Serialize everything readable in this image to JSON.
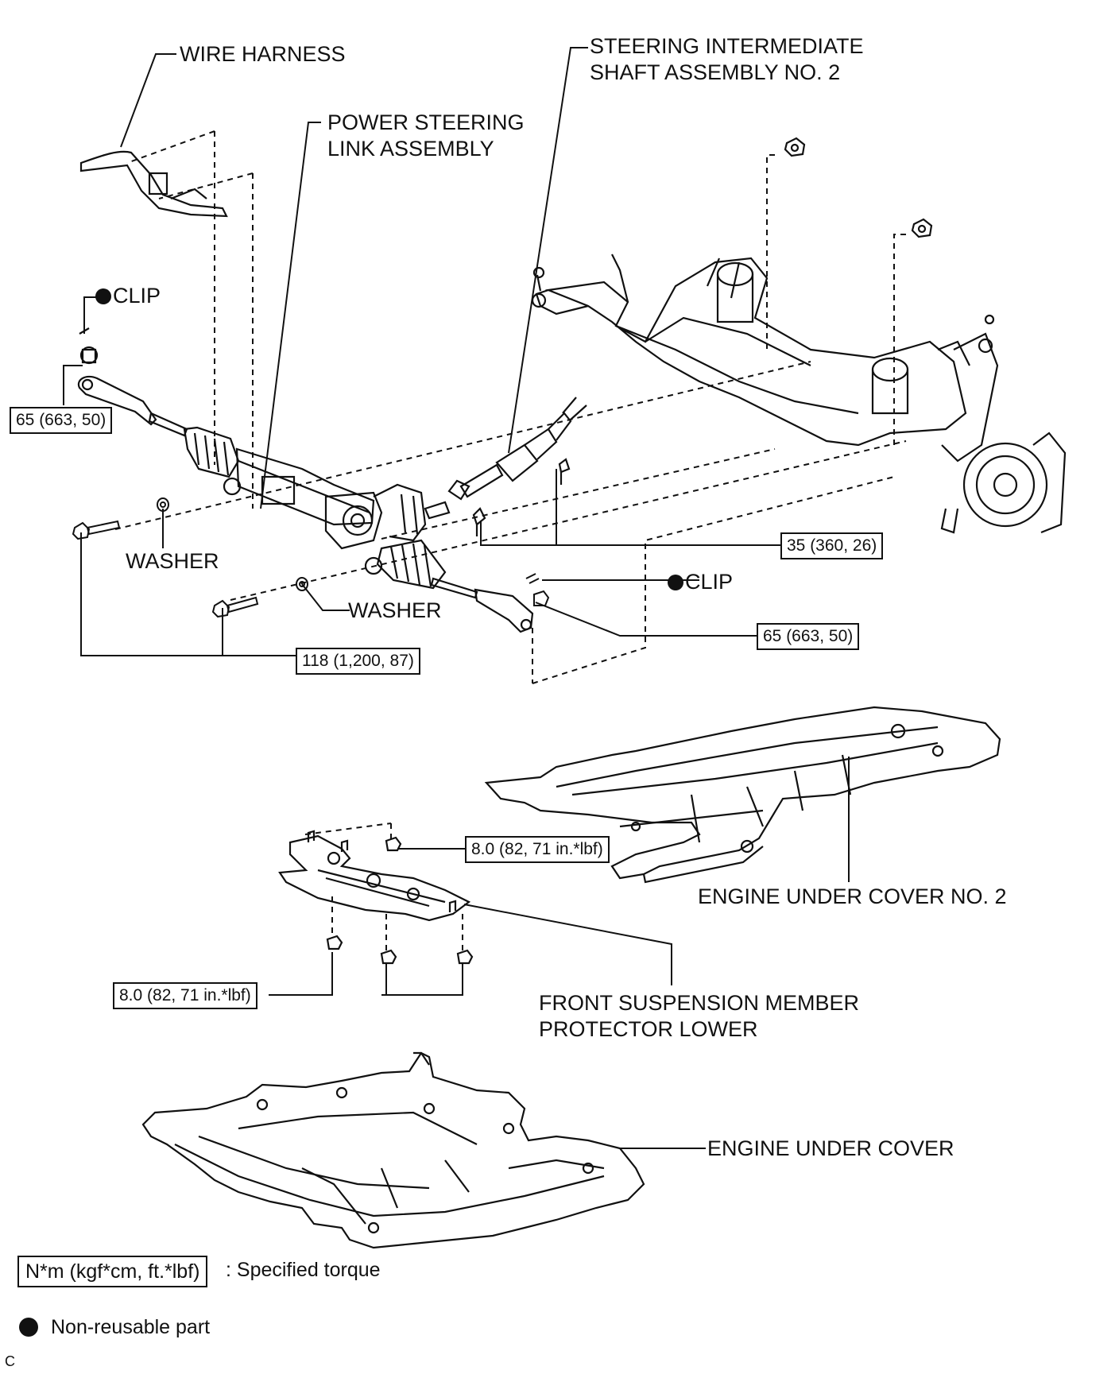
{
  "labels": {
    "wire_harness": "WIRE HARNESS",
    "power_steering_line1": "POWER STEERING",
    "power_steering_line2": "LINK ASSEMBLY",
    "steering_shaft_line1": "STEERING INTERMEDIATE",
    "steering_shaft_line2": "SHAFT ASSEMBLY NO. 2",
    "clip_left": "CLIP",
    "clip_right": "CLIP",
    "washer_left": "WASHER",
    "washer_right": "WASHER",
    "engine_under_cover_no2": "ENGINE UNDER COVER NO. 2",
    "front_suspension_line1": "FRONT SUSPENSION MEMBER",
    "front_suspension_line2": "PROTECTOR LOWER",
    "engine_under_cover": "ENGINE UNDER COVER"
  },
  "torques": {
    "tie_rod_left": "65 (663, 50)",
    "tie_rod_right": "65 (663, 50)",
    "rack_bolts": "118 (1,200, 87)",
    "shaft_bolts": "35 (360, 26)",
    "protector_top": "8.0 (82, 71 in.*lbf)",
    "protector_bottom": "8.0 (82, 71 in.*lbf)"
  },
  "legend": {
    "torque_unit": "N*m (kgf*cm, ft.*lbf)",
    "torque_desc": ": Specified torque",
    "nonreusable_desc": "Non-reusable part"
  },
  "figure_code": "C"
}
